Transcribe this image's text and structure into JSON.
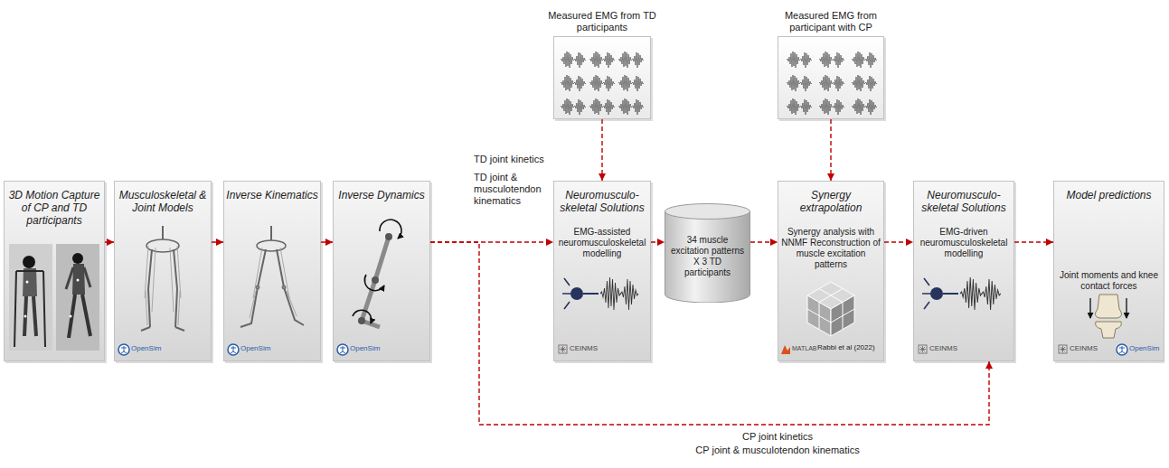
{
  "diagram": {
    "nodes": [
      {
        "text": [
          "3D Motion Capture of CP and TD participants"
        ]
      },
      {
        "text": [
          "Musculoskeletal & Joint Models"
        ]
      },
      {
        "text": [
          "Inverse Kinematics"
        ]
      },
      {
        "text": [
          "Inverse Dynamics"
        ]
      },
      {
        "text": [
          "Measured EMG from TD participants"
        ]
      },
      {
        "text": [
          "Neuromusculo-skeletal Solutions",
          "EMG-assisted neuromusculoskeletal modelling"
        ]
      },
      {
        "text": [
          "34 muscle excitation patterns X 3 TD participants"
        ]
      },
      {
        "text": [
          "Measured EMG from participant with CP"
        ]
      },
      {
        "text": [
          "Synergy extrapolation",
          "Synergy analysis with NNMF Reconstruction of muscle excitation patterns"
        ]
      },
      {
        "text": [
          "Neuromusculo-skeletal Solutions",
          "EMG-driven neuromusculoskeletal modelling"
        ]
      },
      {
        "text": [
          "Model predictions",
          "Joint moments and knee contact forces"
        ]
      }
    ],
    "edges": [
      {
        "from": 0,
        "to": 1,
        "arrow": "to"
      },
      {
        "from": 1,
        "to": 2,
        "arrow": "to"
      },
      {
        "from": 2,
        "to": 3,
        "arrow": "to"
      },
      {
        "from": 3,
        "to": 5,
        "arrow": "to"
      },
      {
        "from": 4,
        "to": 5,
        "arrow": "to"
      },
      {
        "from": 5,
        "to": 6,
        "arrow": "to"
      },
      {
        "from": 6,
        "to": 8,
        "arrow": "to"
      },
      {
        "from": 7,
        "to": 8,
        "arrow": "to"
      },
      {
        "from": 8,
        "to": 9,
        "arrow": "to"
      },
      {
        "from": 9,
        "to": 10,
        "arrow": "to"
      },
      {
        "from": 3,
        "to": 9,
        "arrow": "to"
      }
    ],
    "labels": [
      "TD joint kinetics",
      "TD joint & musculotendon kinematics",
      "OpenSim",
      "OpenSim",
      "OpenSim",
      "CEINMS",
      "MATLAB",
      "Rabbi et al (2022)",
      "CEINMS",
      "CEINMS",
      "OpenSim",
      "CP joint kinetics",
      "CP joint & musculotendon kinematics"
    ]
  }
}
